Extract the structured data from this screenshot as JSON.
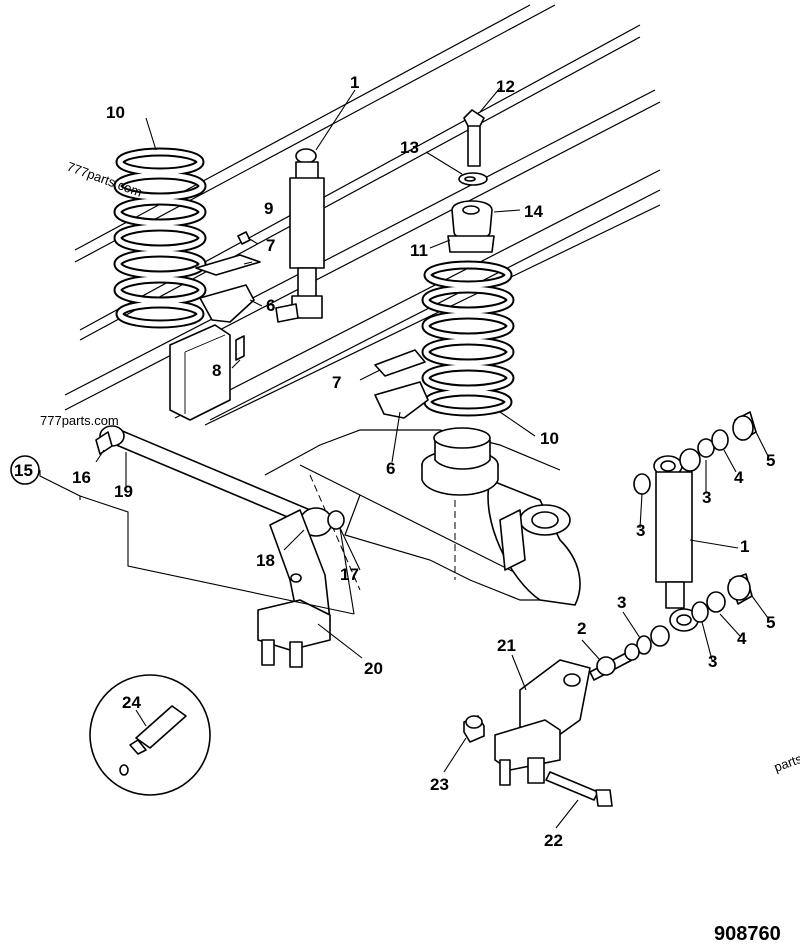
{
  "diagram": {
    "reference_number": "908760",
    "watermarks": [
      "777parts.com",
      "777parts.com",
      "parts.com"
    ],
    "callouts": [
      {
        "id": "c1a",
        "label": "1"
      },
      {
        "id": "c1b",
        "label": "1"
      },
      {
        "id": "c2",
        "label": "2"
      },
      {
        "id": "c3a",
        "label": "3"
      },
      {
        "id": "c3b",
        "label": "3"
      },
      {
        "id": "c3c",
        "label": "3"
      },
      {
        "id": "c3d",
        "label": "3"
      },
      {
        "id": "c4a",
        "label": "4"
      },
      {
        "id": "c4b",
        "label": "4"
      },
      {
        "id": "c5a",
        "label": "5"
      },
      {
        "id": "c5b",
        "label": "5"
      },
      {
        "id": "c6a",
        "label": "6"
      },
      {
        "id": "c6b",
        "label": "6"
      },
      {
        "id": "c7a",
        "label": "7"
      },
      {
        "id": "c7b",
        "label": "7"
      },
      {
        "id": "c8",
        "label": "8"
      },
      {
        "id": "c9",
        "label": "9"
      },
      {
        "id": "c10a",
        "label": "10"
      },
      {
        "id": "c10b",
        "label": "10"
      },
      {
        "id": "c11",
        "label": "11"
      },
      {
        "id": "c12",
        "label": "12"
      },
      {
        "id": "c13",
        "label": "13"
      },
      {
        "id": "c14",
        "label": "14"
      },
      {
        "id": "c15",
        "label": "15"
      },
      {
        "id": "c16",
        "label": "16"
      },
      {
        "id": "c17",
        "label": "17"
      },
      {
        "id": "c18",
        "label": "18"
      },
      {
        "id": "c19",
        "label": "19"
      },
      {
        "id": "c20",
        "label": "20"
      },
      {
        "id": "c21",
        "label": "21"
      },
      {
        "id": "c22",
        "label": "22"
      },
      {
        "id": "c23",
        "label": "23"
      },
      {
        "id": "c24",
        "label": "24"
      }
    ]
  }
}
